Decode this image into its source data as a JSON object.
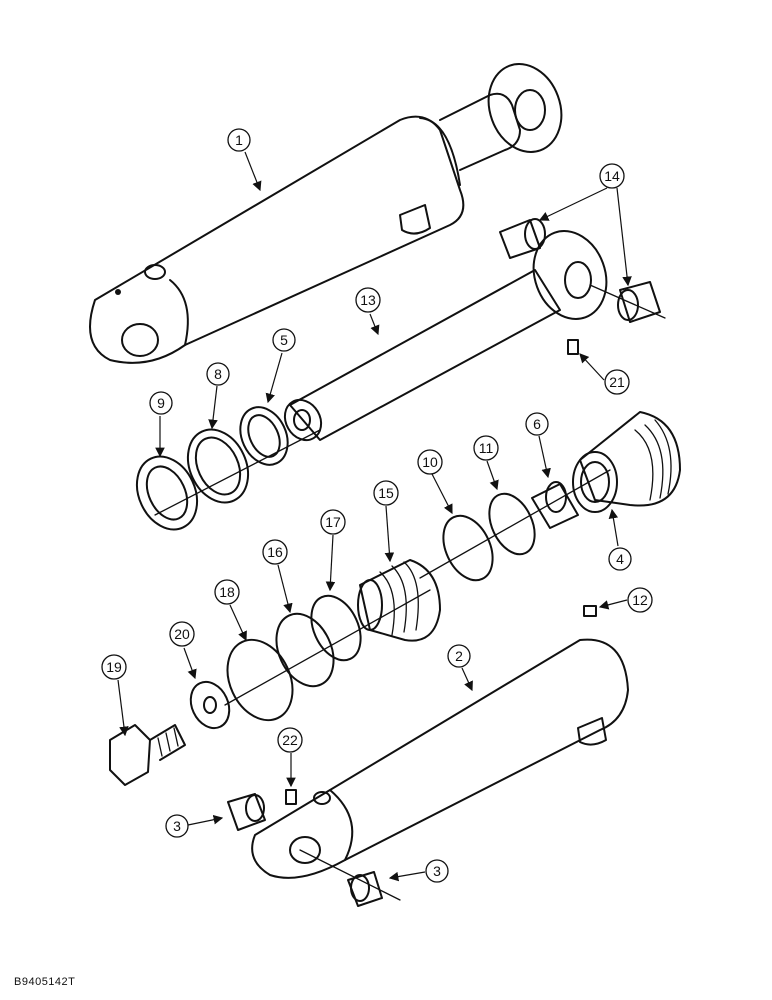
{
  "drawing_number": "B9405142T",
  "callouts": [
    {
      "id": "c1",
      "label": "1"
    },
    {
      "id": "c2",
      "label": "2"
    },
    {
      "id": "c3a",
      "label": "3"
    },
    {
      "id": "c3b",
      "label": "3"
    },
    {
      "id": "c4",
      "label": "4"
    },
    {
      "id": "c5",
      "label": "5"
    },
    {
      "id": "c6",
      "label": "6"
    },
    {
      "id": "c8",
      "label": "8"
    },
    {
      "id": "c9",
      "label": "9"
    },
    {
      "id": "c10",
      "label": "10"
    },
    {
      "id": "c11",
      "label": "11"
    },
    {
      "id": "c12",
      "label": "12"
    },
    {
      "id": "c13",
      "label": "13"
    },
    {
      "id": "c14",
      "label": "14"
    },
    {
      "id": "c15",
      "label": "15"
    },
    {
      "id": "c16",
      "label": "16"
    },
    {
      "id": "c17",
      "label": "17"
    },
    {
      "id": "c18",
      "label": "18"
    },
    {
      "id": "c19",
      "label": "19"
    },
    {
      "id": "c20",
      "label": "20"
    },
    {
      "id": "c21",
      "label": "21"
    },
    {
      "id": "c22",
      "label": "22"
    }
  ]
}
